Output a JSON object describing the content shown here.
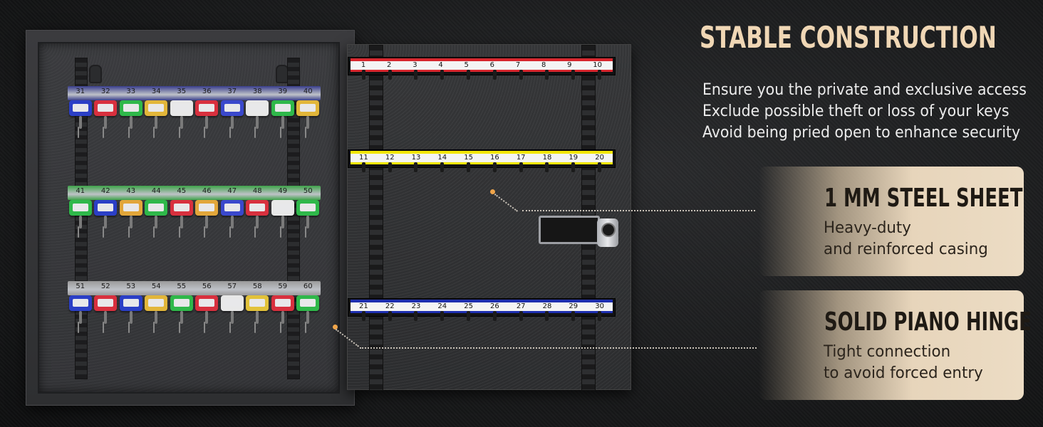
{
  "headline": "STABLE CONSTRUCTION",
  "bullets": [
    "Ensure you the private and exclusive access",
    "Exclude possible theft or loss of your keys",
    "Avoid being pried open to enhance security"
  ],
  "features": [
    {
      "title": "1 MM STEEL SHEET",
      "line1": "Heavy-duty",
      "line2": "and reinforced casing"
    },
    {
      "title": "SOLID PIANO HINGE",
      "line1": "Tight connection",
      "line2": "to avoid forced entry"
    }
  ],
  "door_rows": [
    {
      "numbers": [
        "1",
        "2",
        "3",
        "4",
        "5",
        "6",
        "7",
        "8",
        "9",
        "10"
      ],
      "color": "#d8262e"
    },
    {
      "numbers": [
        "11",
        "12",
        "13",
        "14",
        "15",
        "16",
        "17",
        "18",
        "19",
        "20"
      ],
      "color": "#f2e600"
    },
    {
      "numbers": [
        "21",
        "22",
        "23",
        "24",
        "25",
        "26",
        "27",
        "28",
        "29",
        "30"
      ],
      "color": "#1e2fb0"
    }
  ],
  "cabinet_rows": [
    {
      "numbers": [
        "31",
        "32",
        "33",
        "34",
        "35",
        "36",
        "37",
        "38",
        "39",
        "40"
      ],
      "strip_color": "#3a3f8c",
      "tag_colors": [
        "#2b3fc6",
        "#d8303e",
        "#2fb84a",
        "#e2b63a",
        "#e8e8e8",
        "#d8303e",
        "#3a48cc",
        "#e8e8e8",
        "#2fb84a",
        "#e2b63a"
      ]
    },
    {
      "numbers": [
        "41",
        "42",
        "43",
        "44",
        "45",
        "46",
        "47",
        "48",
        "49",
        "50"
      ],
      "strip_color": "#3fa34a",
      "tag_colors": [
        "#2fb84a",
        "#2b3fc6",
        "#e2a63a",
        "#2fb84a",
        "#d8303e",
        "#e2a63a",
        "#3a48cc",
        "#d8303e",
        "#e8e8e8",
        "#2fb84a"
      ]
    },
    {
      "numbers": [
        "51",
        "52",
        "53",
        "54",
        "55",
        "56",
        "57",
        "58",
        "59",
        "60"
      ],
      "strip_color": "#9a9a9a",
      "tag_colors": [
        "#2b3fc6",
        "#d8303e",
        "#2b3fc6",
        "#e2b63a",
        "#2fb84a",
        "#d8303e",
        "#e8e8e8",
        "#e2c23a",
        "#d8303e",
        "#2fb84a"
      ]
    }
  ],
  "colors": {
    "accent": "#f0a54a",
    "headline": "#f0d7b5",
    "card": "#e7d5bb"
  }
}
